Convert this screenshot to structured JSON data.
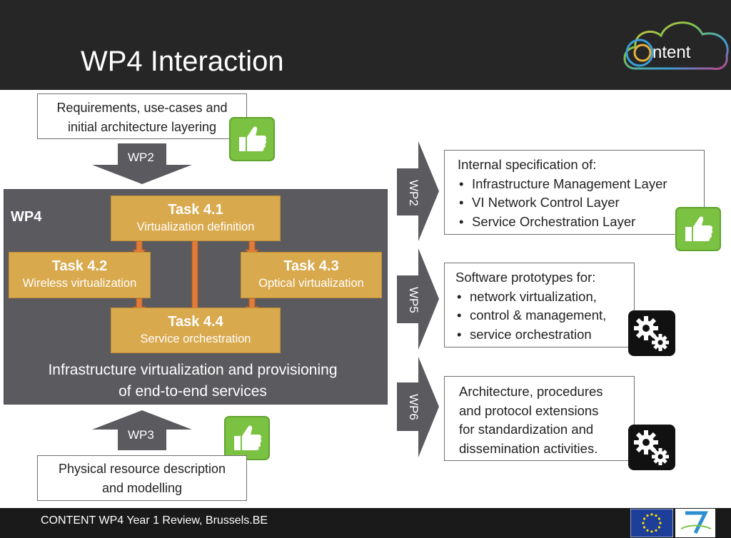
{
  "slide": {
    "title": "WP4 Interaction",
    "logo_text": "ntent"
  },
  "top_box": {
    "line1": "Requirements, use-cases and",
    "line2": "initial architecture layering"
  },
  "wp2_down_label": "WP2",
  "wp4": {
    "label": "WP4",
    "tasks": [
      {
        "title": "Task 4.1",
        "subtitle": "Virtualization definition"
      },
      {
        "title": "Task 4.2",
        "subtitle": "Wireless virtualization"
      },
      {
        "title": "Task 4.3",
        "subtitle": "Optical virtualization"
      },
      {
        "title": "Task 4.4",
        "subtitle": "Service orchestration"
      }
    ],
    "summary_line1": "Infrastructure virtualization and provisioning",
    "summary_line2": "of end-to-end services"
  },
  "wp3_up_label": "WP3",
  "bottom_box": {
    "line1": "Physical resource description",
    "line2": "and modelling"
  },
  "right": {
    "wp2": {
      "arrow_label": "WP2",
      "heading": "Internal specification of:",
      "items": [
        "Infrastructure Management Layer",
        "VI Network Control Layer",
        "Service Orchestration Layer"
      ],
      "status_icon": "thumbs-up-icon"
    },
    "wp5": {
      "arrow_label": "WP5",
      "heading": "Software prototypes for:",
      "items": [
        "network virtualization,",
        "control & management,",
        "service orchestration"
      ],
      "status_icon": "gears-icon"
    },
    "wp6": {
      "arrow_label": "WP6",
      "lines": [
        "Architecture, procedures",
        "and protocol extensions",
        "for standardization and",
        "dissemination activities."
      ],
      "status_icon": "gears-icon"
    }
  },
  "footer": {
    "text": "CONTENT WP4 Year 1 Review, Brussels.BE"
  },
  "colors": {
    "header": "#262626",
    "wp4_box": "#5a5a5f",
    "task": "#d9a94d",
    "arrow_orange": "#e07b39",
    "thumbs_green": "#7cc242",
    "arrow_gray": "#5a5a5f"
  }
}
